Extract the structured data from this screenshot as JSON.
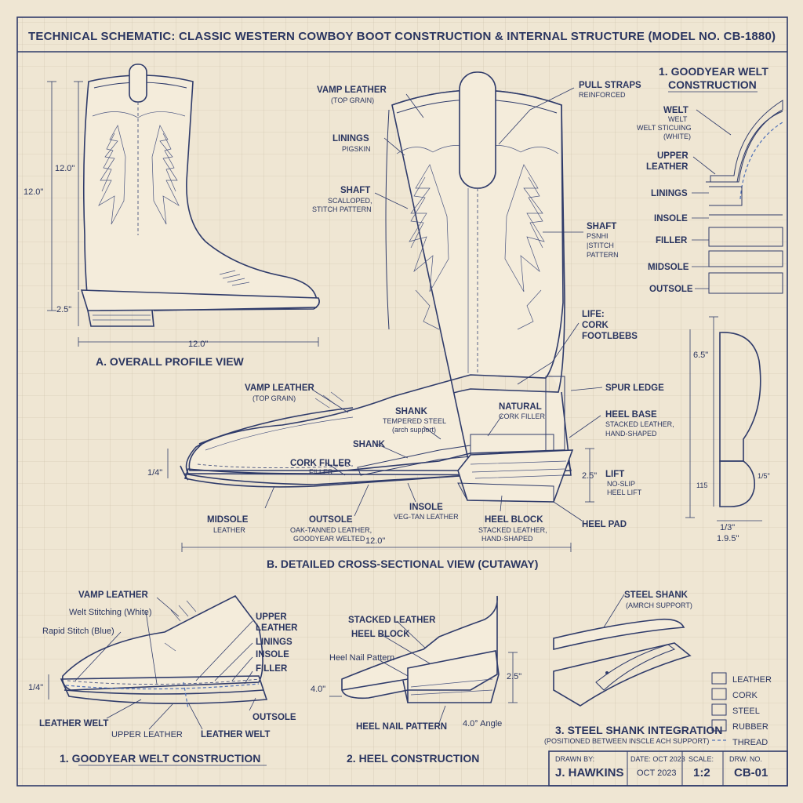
{
  "title": "TECHNICAL SCHEMATIC: CLASSIC WESTERN COWBOY BOOT CONSTRUCTION & INTERNAL STRUCTURE (MODEL NO. CB-1880)",
  "profile": {
    "caption": "A. OVERALL PROFILE VIEW",
    "dim_shaft_inner": "12.0\"",
    "dim_shaft_outer": "12.0\"",
    "dim_heel": "2.5\"",
    "dim_length": "12.0\""
  },
  "cutaway": {
    "caption": "B. DETAILED CROSS-SECTIONAL VIEW (CUTAWAY)",
    "labels": [
      {
        "id": "vamp-top",
        "title": "VAMP LEATHER",
        "sub": "(TOP GRAIN)"
      },
      {
        "id": "linings",
        "title": "LININGS",
        "sub": "PIGSKIN"
      },
      {
        "id": "shaft-left",
        "title": "SHAFT",
        "sub": "SCALLOPED,",
        "sub2": "STITCH PATTERN"
      },
      {
        "id": "pull-straps",
        "title": "PULL STRAPS",
        "sub": "REINFORCED"
      },
      {
        "id": "shaft-right",
        "title": "SHAFT",
        "sub": "PSNHI",
        "sub2": "|STITCH",
        "sub3": "PATTERN"
      },
      {
        "id": "life",
        "title": "LIFE:",
        "sub": "CORK",
        "sub2": "FOOTLBEBS"
      },
      {
        "id": "vamp-low",
        "title": "VAMP LEATHER",
        "sub": "(TOP GRAIN)"
      },
      {
        "id": "spur-ledge",
        "title": "SPUR LEDGE"
      },
      {
        "id": "shank-1",
        "title": "SHANK",
        "sub": "TEMPERED STEEL",
        "sub2": "(arch support)"
      },
      {
        "id": "natural",
        "title": "NATURAL",
        "sub": "CORK FILLER"
      },
      {
        "id": "heel-base",
        "title": "HEEL BASE",
        "sub": "STACKED LEATHER,",
        "sub2": "HAND-SHAPED"
      },
      {
        "id": "shank-2",
        "title": "SHANK"
      },
      {
        "id": "cork-filler",
        "title": "CORK FILLER",
        "sub": "FILLER"
      },
      {
        "id": "lift",
        "title": "LIFT",
        "sub": "NO-SLIP",
        "sub2": "HEEL LIFT"
      },
      {
        "id": "midsole",
        "title": "MIDSOLE",
        "sub": "LEATHER"
      },
      {
        "id": "outsole",
        "title": "OUTSOLE",
        "sub": "OAK-TANNED LEATHER,",
        "sub2": "GOODYEAR WELTED"
      },
      {
        "id": "insole",
        "title": "INSOLE",
        "sub": "VEG-TAN LEATHER"
      },
      {
        "id": "heel-block",
        "title": "HEEL BLOCK",
        "sub": "STACKED LEATHER,",
        "sub2": "HAND-SHAPED"
      },
      {
        "id": "heel-pad",
        "title": "HEEL PAD"
      }
    ],
    "dim_sole": "1/4\"",
    "dim_heel": "2.5\"",
    "dim_length": "12.0\""
  },
  "welt_inset": {
    "caption_num": "1. GOODYEAR WELT",
    "caption_rest": "CONSTRUCTION",
    "welt": "WELT",
    "welt_sub": "WELT",
    "welt_sub2": "WELT STICUING",
    "welt_sub3": "(WHITE)",
    "upper": "UPPER",
    "upper2": "LEATHER",
    "layers": [
      "LININGS",
      "INSOLE",
      "FILLER",
      "MIDSOLE",
      "OUTSOLE"
    ]
  },
  "heel_profile": {
    "dim_top": "6.5\"",
    "dim_side": "115",
    "dim_side2": "1/5\"",
    "dim_bottom": "1/3\"",
    "dim_bottom2": "1.9.5\""
  },
  "detail_welt": {
    "caption": "1. GOODYEAR WELT CONSTRUCTION",
    "labels": [
      "VAMP LEATHER",
      "Welt Stitching (White)",
      "Rapid Stitch (Blue)",
      "UPPER",
      "LEATHER",
      "LININGS",
      "INSOLE",
      "FILLER",
      "OUTSOLE",
      "LEATHER WELT",
      "UPPER LEATHER",
      "LEATHER WELT"
    ],
    "dim": "1/4\""
  },
  "detail_heel": {
    "caption": "2. HEEL CONSTRUCTION",
    "labels": [
      "STACKED LEATHER",
      "HEEL BLOCK",
      "Heel Nail Pattern",
      "HEEL NAIL PATTERN"
    ],
    "dim_height": "2.5\"",
    "dim_angle_left": "4.0\"",
    "dim_angle": "4.0° Angle"
  },
  "detail_shank": {
    "caption": "3. STEEL SHANK INTEGRATION",
    "caption_sub": "(POSITIONED BETWEEN INSCLE ACH SUPPORT)",
    "title": "STEEL SHANK",
    "sub": "(AMRCH SUPPORT)"
  },
  "legend": [
    {
      "label": "LEATHER",
      "swatch": "leather"
    },
    {
      "label": "CORK",
      "swatch": "cork"
    },
    {
      "label": "STEEL",
      "swatch": "steel"
    },
    {
      "label": "RUBBER",
      "swatch": "rubber"
    },
    {
      "label": "THREAD",
      "swatch": "thread"
    }
  ],
  "title_block": {
    "drawn_by_label": "DRAWN BY:",
    "drawn_by": "J. HAWKINS",
    "date_label": "DATE: OCT 2023",
    "date": "OCT 2023",
    "scale_label": "SCALE:",
    "scale": "1:2",
    "drw_label": "DRW. NO.",
    "drw": "CB-01"
  },
  "colors": {
    "paper": "#efe6d3",
    "ink": "#2f3b6a",
    "thread_blue": "#4d6fb8",
    "cork": "#e6d6b4"
  }
}
